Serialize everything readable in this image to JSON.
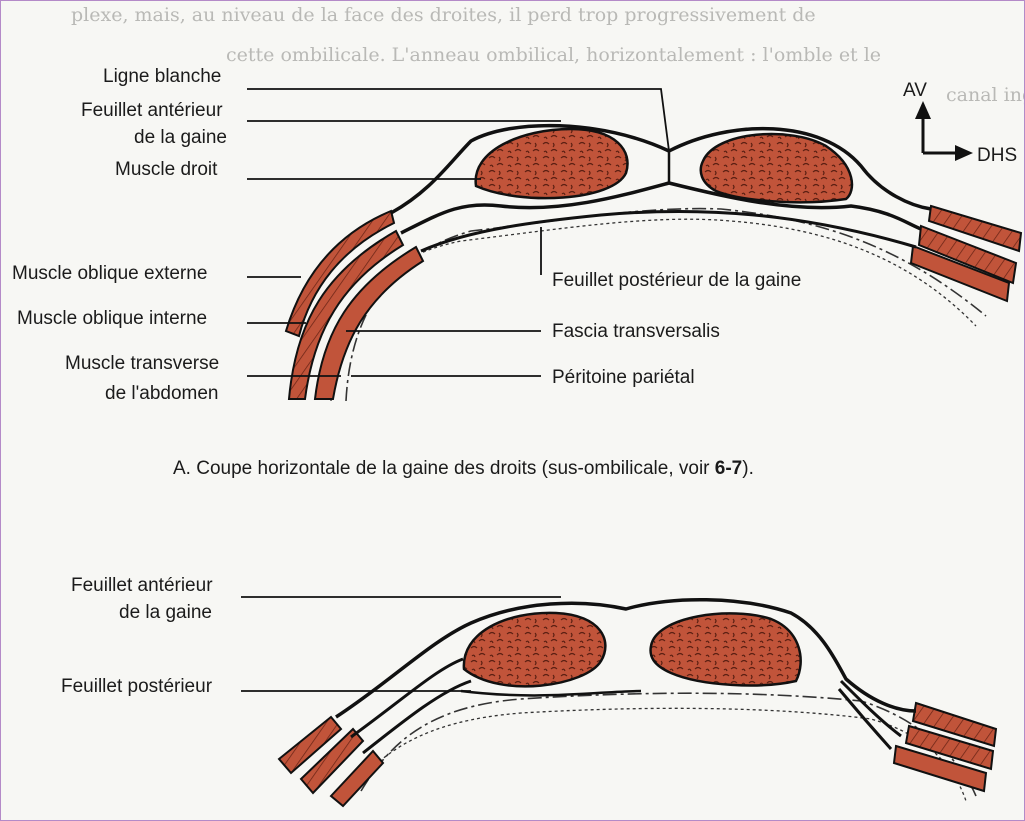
{
  "colors": {
    "muscle": "#c1543a",
    "line": "#111111",
    "background": "#f7f7f4"
  },
  "background_text": {
    "line1": "plexe, mais, au niveau de la face des droites, il perd trop progressivement de",
    "line2": "cette ombilicale. L'anneau ombilical, horizontalement : l'omble et le",
    "line3": "canal inguinal (ligne"
  },
  "orientation": {
    "up_label": "AV",
    "right_label": "DHS"
  },
  "section_a": {
    "labels_left": {
      "ligne_blanche": "Ligne blanche",
      "feuillet_anterieur_1": "Feuillet antérieur",
      "feuillet_anterieur_2": "de la gaine",
      "muscle_droit": "Muscle droit",
      "oblique_externe": "Muscle oblique externe",
      "oblique_interne": "Muscle oblique interne",
      "transverse_1": "Muscle transverse",
      "transverse_2": "de l'abdomen"
    },
    "labels_right": {
      "feuillet_posterieur": "Feuillet postérieur de la gaine",
      "fascia": "Fascia transversalis",
      "peritoine": "Péritoine pariétal"
    },
    "caption_text": "A. Coupe horizontale de la gaine des droits (sus-ombilicale, voir ",
    "caption_ref": "6-7",
    "caption_end": ")."
  },
  "section_b": {
    "labels_left": {
      "feuillet_anterieur_1": "Feuillet antérieur",
      "feuillet_anterieur_2": "de la gaine",
      "feuillet_posterieur": "Feuillet postérieur"
    }
  }
}
